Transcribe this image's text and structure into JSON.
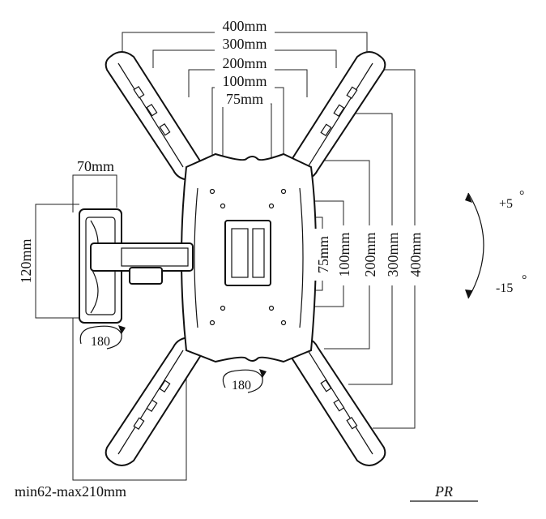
{
  "diagram": {
    "horizontal_dims": [
      "400mm",
      "300mm",
      "200mm",
      "100mm",
      "75mm"
    ],
    "vertical_dims": [
      "75mm",
      "100mm",
      "200mm",
      "300mm",
      "400mm"
    ],
    "wall_plate_width": "70mm",
    "wall_plate_height": "120mm",
    "swivel_wall": "180",
    "swivel_plate": "180",
    "tilt_up": "+5",
    "tilt_down": "-15",
    "degree_mark": "°",
    "extension": "min62-max210mm",
    "logo_text": "PR"
  }
}
